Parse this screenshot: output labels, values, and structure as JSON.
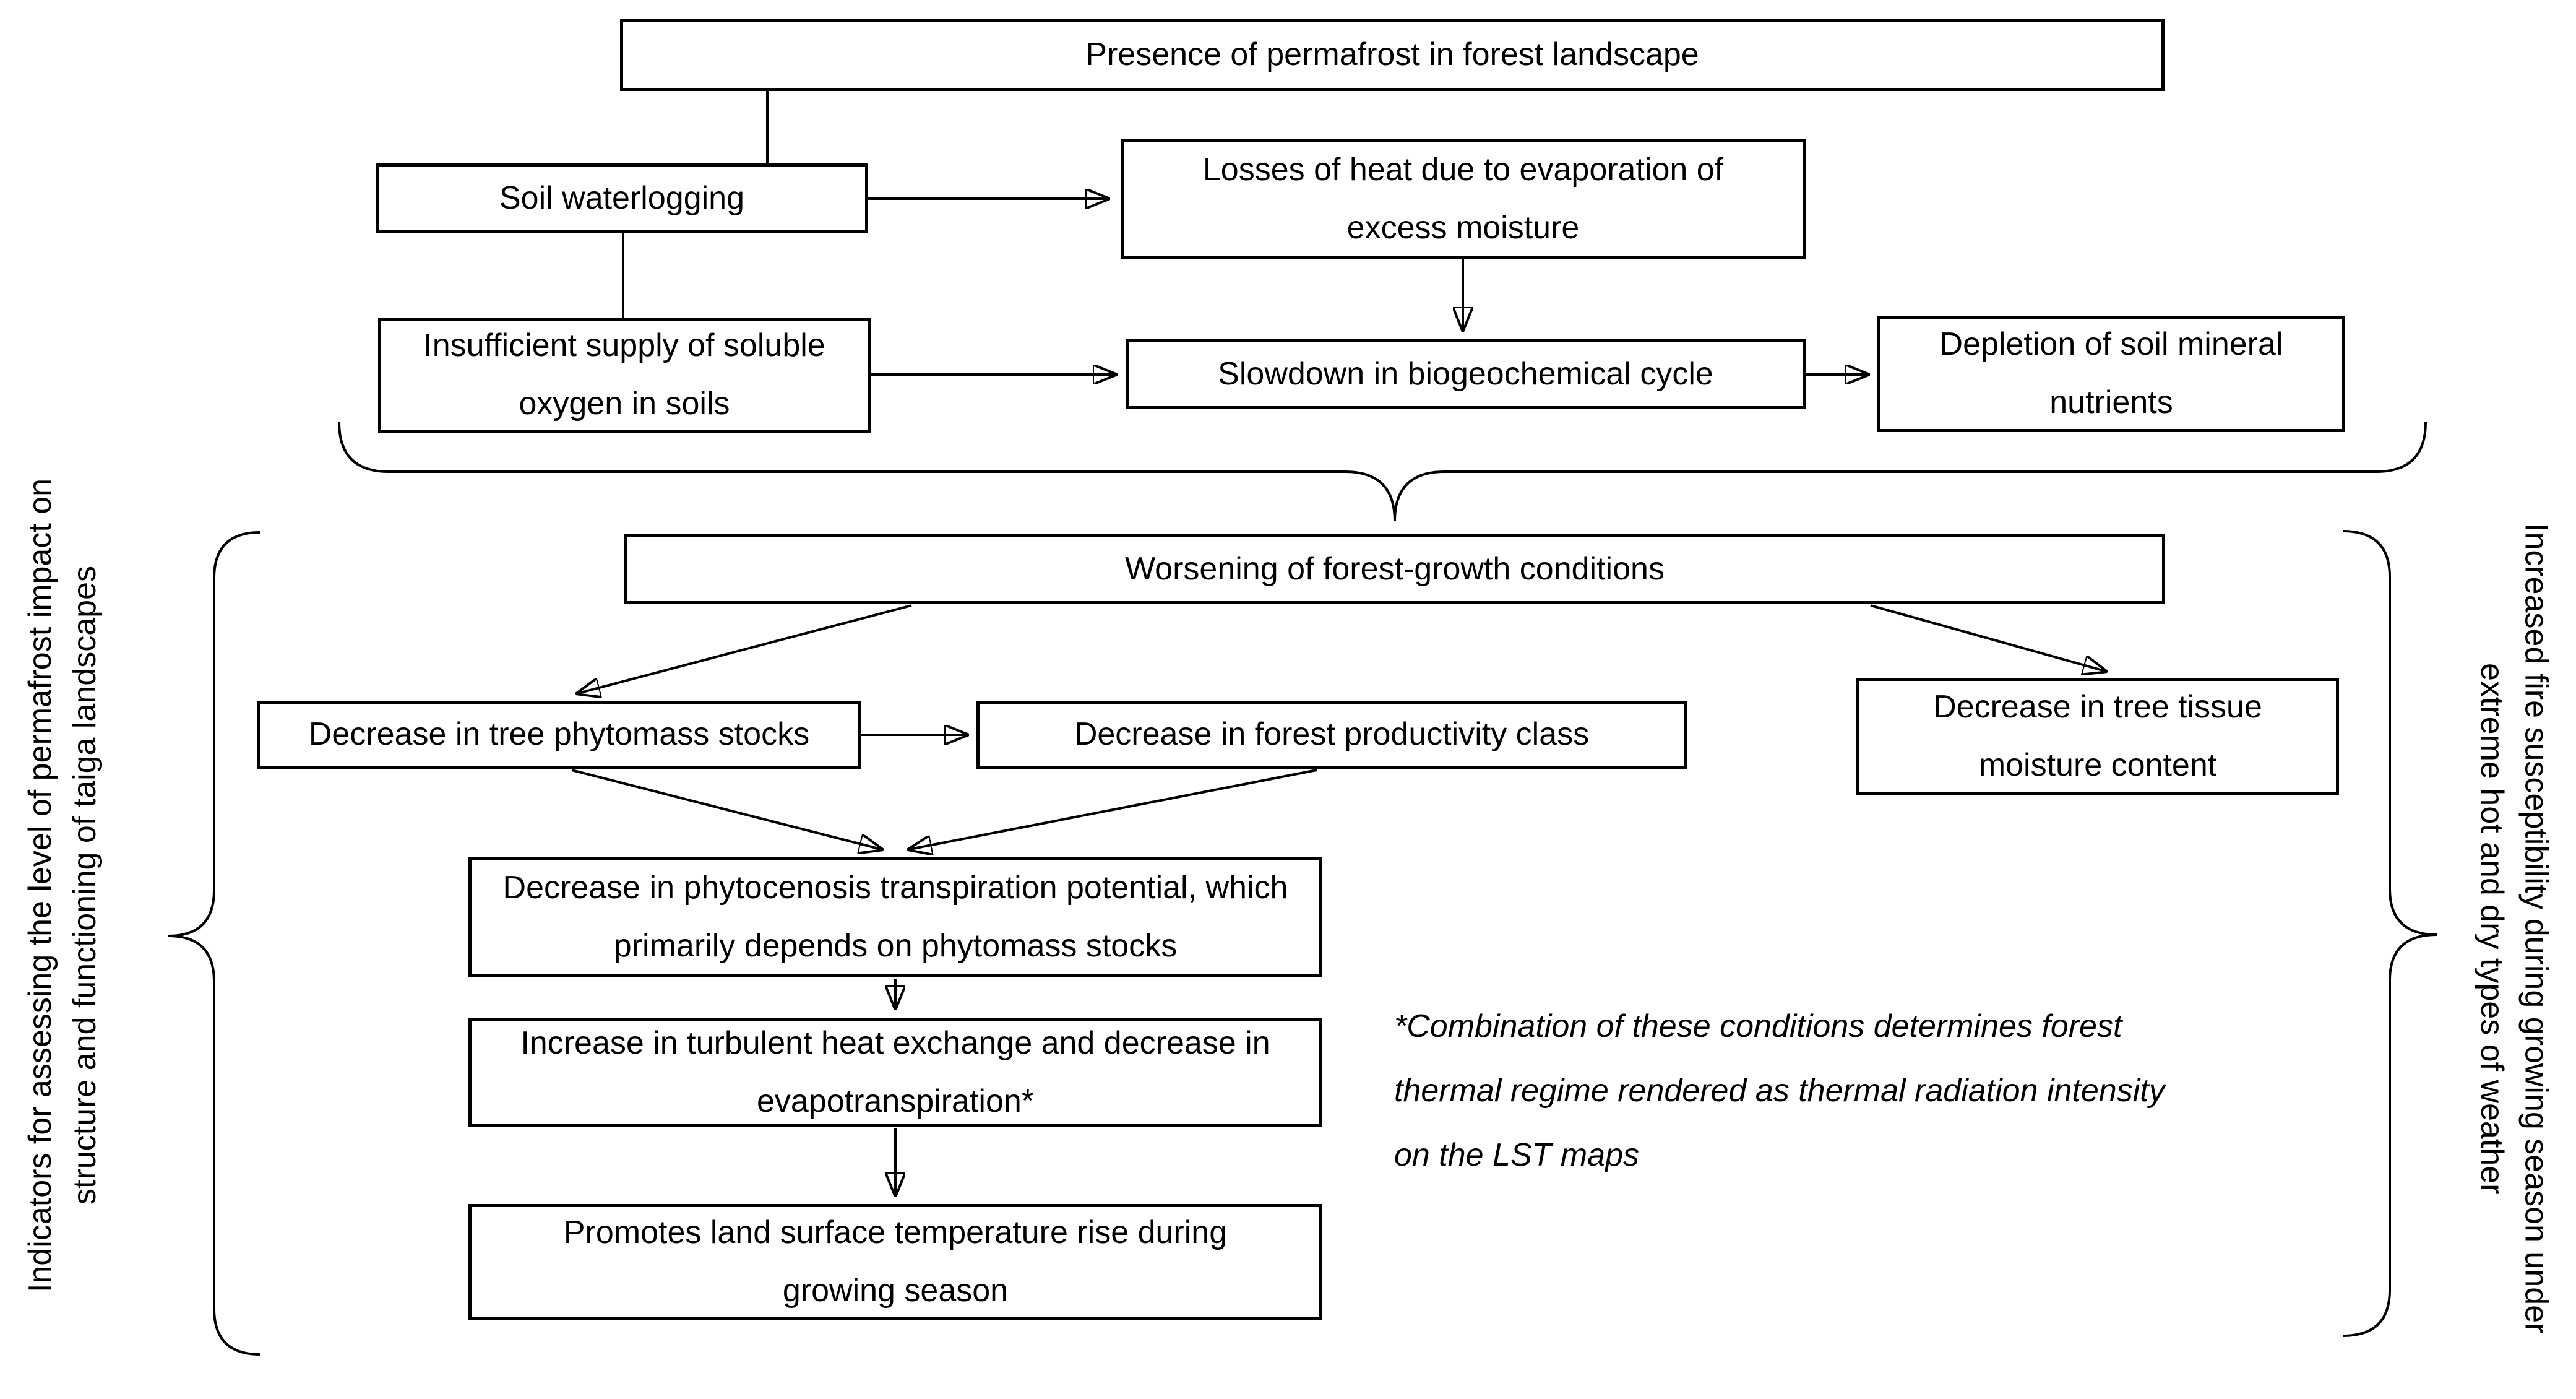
{
  "page": {
    "background": "#ffffff",
    "ink": "#000000"
  },
  "diagram": {
    "boxes": {
      "presence": "Presence of permafrost in forest landscape",
      "soil_waterlogging": "Soil waterlogging",
      "heat_losses": "Losses of heat due to evaporation of excess moisture",
      "insufficient_oxygen": "Insufficient supply of soluble oxygen in soils",
      "slowdown": "Slowdown in biogeochemical cycle",
      "depletion": "Depletion of soil mineral nutrients",
      "worsening": "Worsening of forest-growth conditions",
      "phytomass": "Decrease in tree phytomass stocks",
      "productivity": "Decrease in forest productivity class",
      "tissue_moisture": "Decrease in tree tissue moisture content",
      "transpiration": "Decrease in phytocenosis transpiration potential, which primarily depends on phytomass stocks",
      "turbulent_heat": "Increase in turbulent heat exchange and decrease in evapotranspiration*",
      "lst_rise": "Promotes land surface temperature rise during growing season"
    },
    "side_labels": {
      "left_lines": [
        "Indicators for assessing the level of permafrost impact on",
        "structure and functioning of taiga landscapes"
      ],
      "right_lines": [
        "Increased fire susceptibility during growing season under",
        "extreme hot and dry types of weather"
      ]
    },
    "footnote_lines": [
      "*Combination of these conditions determines forest",
      "thermal regime rendered as thermal radiation intensity",
      "on the LST maps"
    ]
  }
}
